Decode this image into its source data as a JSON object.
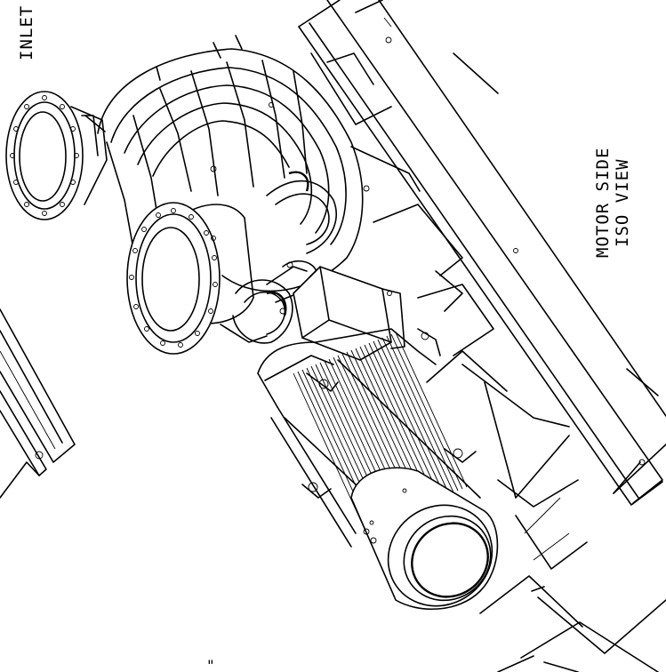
{
  "labels": {
    "inlet": "INLET",
    "view_line1": "MOTOR SIDE",
    "view_line2": "ISO VIEW",
    "dim_mark": "\""
  }
}
